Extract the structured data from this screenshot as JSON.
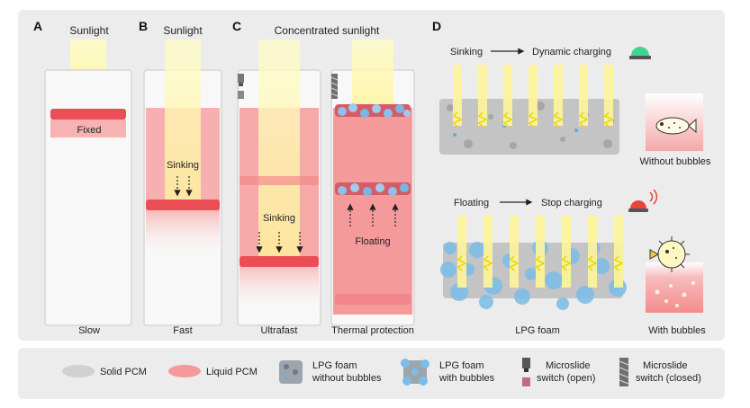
{
  "panels": {
    "A": {
      "letter": "A",
      "top": "Sunlight",
      "label": "Fixed",
      "caption": "Slow"
    },
    "B": {
      "letter": "B",
      "top": "Sunlight",
      "label": "Sinking",
      "caption": "Fast"
    },
    "C": {
      "letter": "C",
      "top": "Concentrated sunlight",
      "label_sinking": "Sinking",
      "label_floating": "Floating",
      "caption_left": "Ultrafast",
      "caption_right": "Thermal protection"
    },
    "D": {
      "letter": "D",
      "top_left": "Sinking",
      "top_right": "Dynamic charging",
      "mid_left": "Floating",
      "mid_right": "Stop charging",
      "caption_foam": "LPG foam",
      "without_bubbles": "Without bubbles",
      "with_bubbles": "With bubbles"
    }
  },
  "legend": [
    {
      "name": "solid-pcm",
      "text": "Solid PCM"
    },
    {
      "name": "liquid-pcm",
      "text": "Liquid PCM"
    },
    {
      "name": "foam-no-bubbles",
      "text": "LPG foam\nwithout bubbles"
    },
    {
      "name": "foam-bubbles",
      "text": "LPG foam\nwith bubbles"
    },
    {
      "name": "switch-open",
      "text": "Microslide\nswitch (open)"
    },
    {
      "name": "switch-closed",
      "text": "Microslide\nswitch (closed)"
    }
  ],
  "colors": {
    "liquid": "#f26b6b",
    "liquid_light": "#f7b3b3",
    "sun": "#fff58c",
    "bubble": "#7bbde8",
    "foam": "#bfbfbf",
    "indicator_green": "#3fd68c",
    "indicator_red": "#e8443a"
  }
}
